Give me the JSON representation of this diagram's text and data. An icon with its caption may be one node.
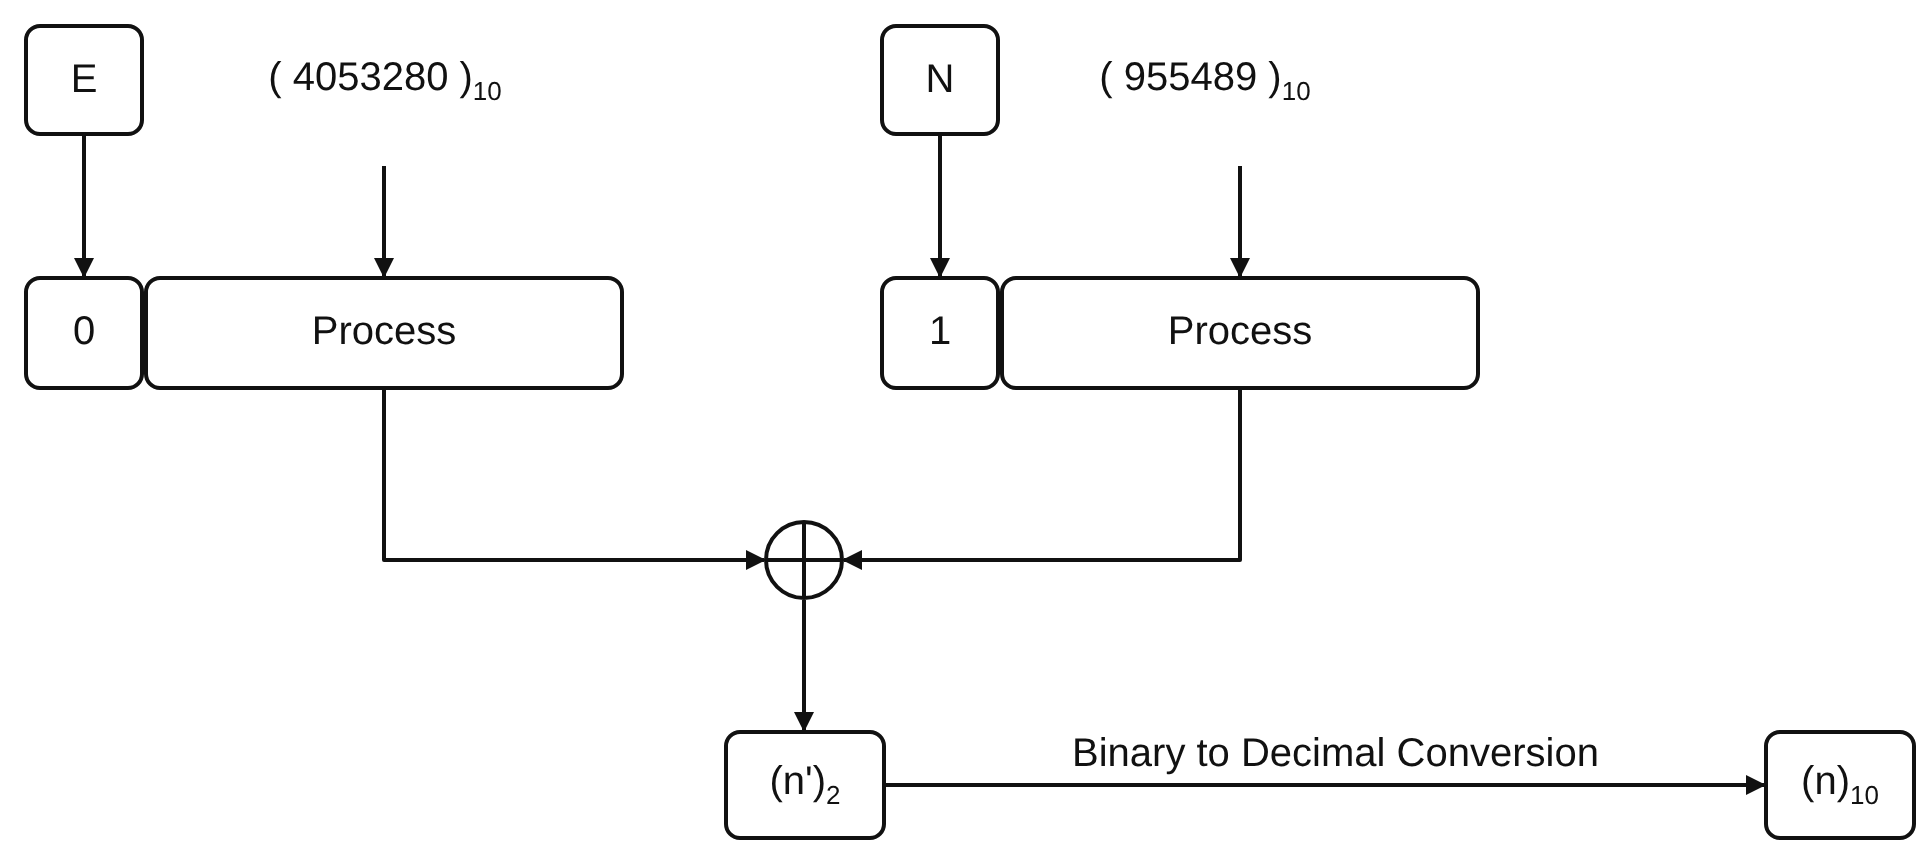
{
  "diagram": {
    "nodes": [
      {
        "text": [
          "E"
        ]
      },
      {
        "text": [
          "( 4053280 )$_{10}$"
        ]
      },
      {
        "text": [
          "N"
        ]
      },
      {
        "text": [
          "( 955489 )$_{10}$"
        ]
      },
      {
        "text": [
          "0"
        ]
      },
      {
        "text": [
          "Process"
        ]
      },
      {
        "text": [
          "1"
        ]
      },
      {
        "text": [
          "Process"
        ]
      },
      {
        "text": [],
        "shape": "circle"
      },
      {
        "text": [
          "(n')$_{2}$"
        ]
      },
      {
        "text": [
          "(n)$_{10}$"
        ]
      }
    ],
    "edges": [
      {
        "from": 0,
        "to": 4,
        "arrow": "to"
      },
      {
        "from": 1,
        "to": 5,
        "arrow": "to"
      },
      {
        "from": 2,
        "to": 6,
        "arrow": "to"
      },
      {
        "from": 3,
        "to": 7,
        "arrow": "to"
      },
      {
        "from": 5,
        "to": 8,
        "arrow": "to"
      },
      {
        "from": 7,
        "to": 8,
        "arrow": "to"
      },
      {
        "from": 8,
        "to": 9,
        "arrow": "to"
      },
      {
        "from": 9,
        "to": 10,
        "arrow": "to",
        "label": "Binary to Decimal Conversion"
      }
    ]
  }
}
